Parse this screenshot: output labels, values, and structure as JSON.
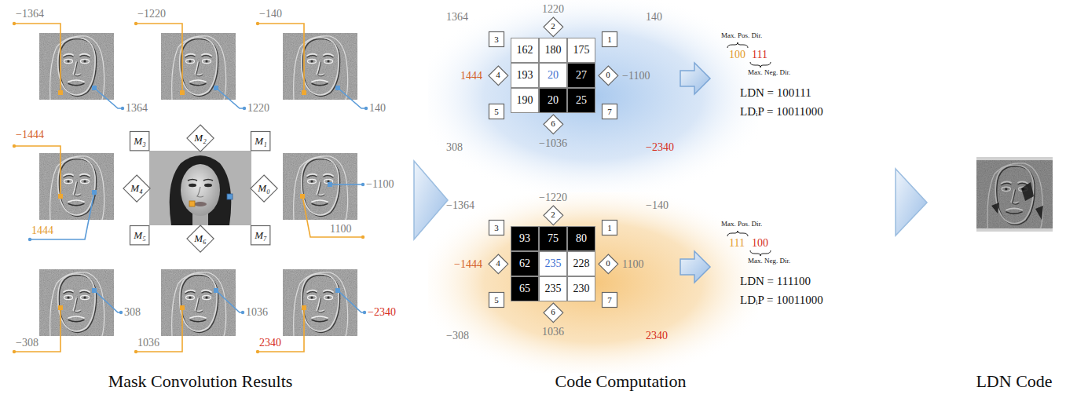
{
  "diagram": {
    "nodes": [
      {
        "text": [
          "M₃"
        ]
      },
      {
        "text": [
          "M₂"
        ]
      },
      {
        "text": [
          "M₁"
        ]
      },
      {
        "text": [
          "M₄"
        ]
      },
      {
        "text": [
          "M₀"
        ]
      },
      {
        "text": [
          "M₅"
        ]
      },
      {
        "text": [
          "M₆"
        ]
      },
      {
        "text": [
          "M₇"
        ]
      },
      {
        "text": [
          "3"
        ]
      },
      {
        "text": [
          "2"
        ]
      },
      {
        "text": [
          "1"
        ]
      },
      {
        "text": [
          "4"
        ]
      },
      {
        "text": [
          "0"
        ]
      },
      {
        "text": [
          "5"
        ]
      },
      {
        "text": [
          "6"
        ]
      },
      {
        "text": [
          "7"
        ]
      },
      {
        "text": [
          "3"
        ]
      },
      {
        "text": [
          "2"
        ]
      },
      {
        "text": [
          "1"
        ]
      },
      {
        "text": [
          "4"
        ]
      },
      {
        "text": [
          "0"
        ]
      },
      {
        "text": [
          "5"
        ]
      },
      {
        "text": [
          "6"
        ]
      },
      {
        "text": [
          "7"
        ]
      }
    ],
    "labels": [
      "−1364",
      "−1220",
      "−140",
      "1364",
      "1220",
      "140",
      "−1444",
      "1444",
      "−1100",
      "1100",
      "308",
      "1036",
      "−2340",
      "−308",
      "1036",
      "2340",
      "1364",
      "1220",
      "140",
      "1444",
      "−1100",
      "308",
      "−1036",
      "−2340",
      "162",
      "180",
      "175",
      "193",
      "20",
      "27",
      "190",
      "20",
      "25",
      "Max. Pos. Dir.",
      "100",
      "111",
      "Max. Neg. Dir.",
      "LDN = 100111",
      "LDᵢP = 10011000",
      "−1364",
      "−1220",
      "−140",
      "−1444",
      "1100",
      "−308",
      "1036",
      "2340",
      "93",
      "75",
      "80",
      "62",
      "235",
      "228",
      "65",
      "235",
      "230",
      "Max. Pos. Dir.",
      "111",
      "100",
      "Max. Neg. Dir.",
      "LDN = 111100",
      "LDᵢP = 10011000",
      "Mask Convolution Results",
      "Code Computation",
      "LDN Code"
    ]
  }
}
